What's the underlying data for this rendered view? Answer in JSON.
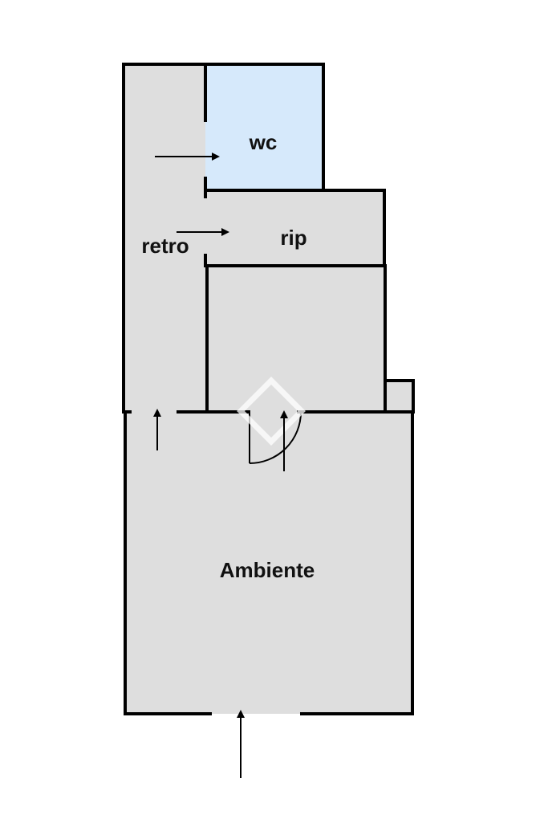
{
  "rooms": {
    "wc": {
      "label": "wc",
      "fill": "#d6e9fb"
    },
    "rip": {
      "label": "rip",
      "fill": "#dedede"
    },
    "retro": {
      "label": "retro",
      "fill": "#dedede"
    },
    "store": {
      "label": "",
      "fill": "#dedede"
    },
    "ambiente": {
      "label": "Ambiente",
      "fill": "#dedede"
    }
  },
  "colors": {
    "wall": "#000000",
    "background": "#ffffff",
    "watermark": "#ffffff"
  },
  "icons": {
    "arrow": "arrow-icon",
    "door_swing": "door-swing-icon",
    "watermark": "house-watermark-icon"
  }
}
